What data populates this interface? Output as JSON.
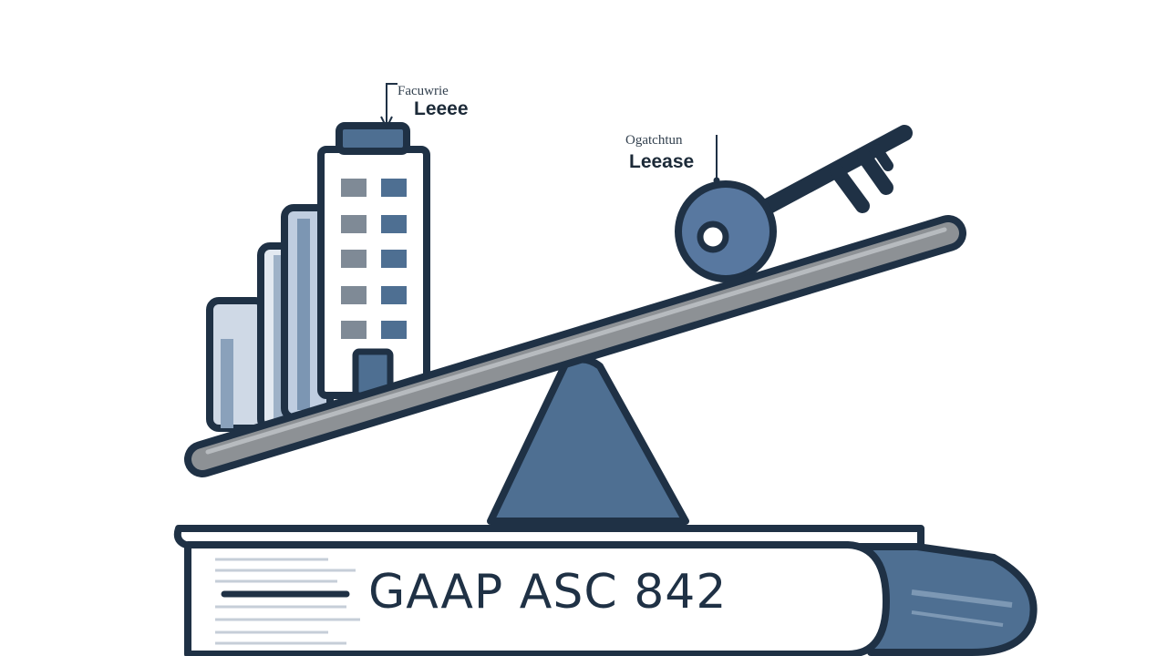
{
  "building_label": {
    "caption": "Facuwrie",
    "title": "Leeee"
  },
  "key_label": {
    "caption": "Ogatchtun",
    "title": "Leease"
  },
  "book": {
    "title": "GAAP ASC 842"
  },
  "colors": {
    "outline": "#1f3145",
    "blue": "#4e6f92",
    "light_blue": "#b4c3d6",
    "beam_fill": "#8d9195",
    "background": "#ffffff"
  }
}
